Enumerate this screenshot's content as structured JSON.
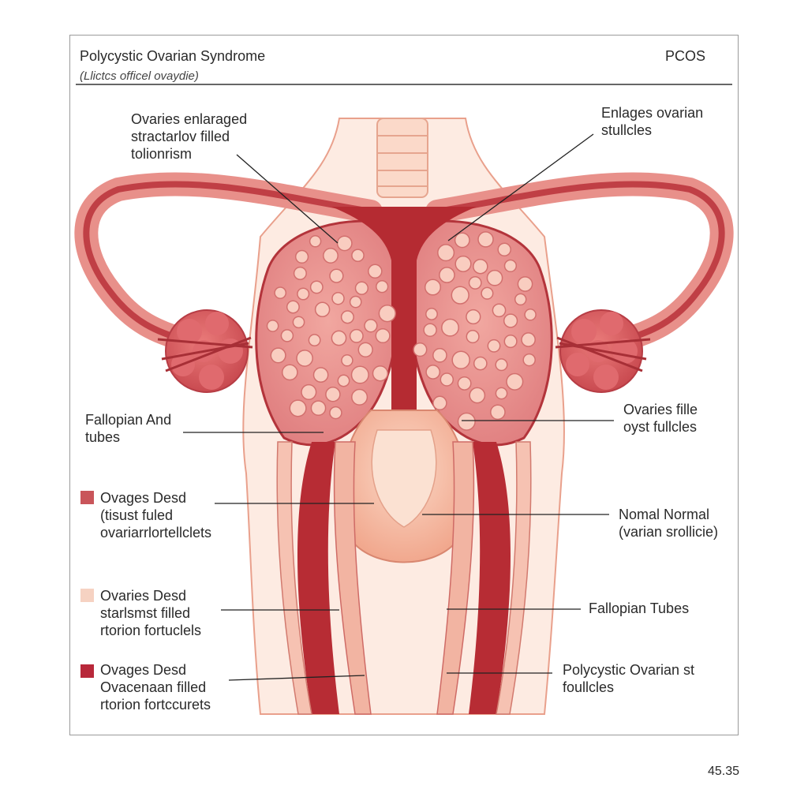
{
  "header": {
    "title": "Polycystic Ovarian Syndrome",
    "subtitle": "(Llictcs officel ovaydie)",
    "abbreviation": "PCOS"
  },
  "labels": {
    "top_left": [
      "Ovaries enlaraged",
      "stractarlov filled",
      "tolionrism"
    ],
    "top_right": [
      "Enlages ovarian",
      "stullcles"
    ],
    "mid_left": [
      "Fallopian And",
      "tubes"
    ],
    "mid_right": [
      "Ovaries fille",
      "oyst fullcles"
    ],
    "legend_1": [
      "Ovages Desd",
      "(tisust fuled",
      "ovariarrlortellclets"
    ],
    "right_2": [
      "Nomal Normal",
      "(varian srollicie)"
    ],
    "legend_2": [
      "Ovaries Desd",
      "starlsmst filled",
      "rtorion fortuclels"
    ],
    "right_3": [
      "Fallopian Tubes"
    ],
    "legend_3": [
      "Ovages Desd",
      "Ovacenaan filled",
      "rtorion fortccurets"
    ],
    "right_4": [
      "Polycystic Ovarian st",
      "foullcles"
    ]
  },
  "legend_colors": {
    "legend_1": "#c9555a",
    "legend_2": "#f6d2c2",
    "legend_3": "#b8283a"
  },
  "colors": {
    "tissue_dark": "#b02a30",
    "tissue_mid": "#d9646a",
    "tissue_light": "#f3b8a8",
    "skin": "#fde6dc",
    "follicle": "#f9cdc0"
  },
  "footer": {
    "page_number": "45.35"
  }
}
